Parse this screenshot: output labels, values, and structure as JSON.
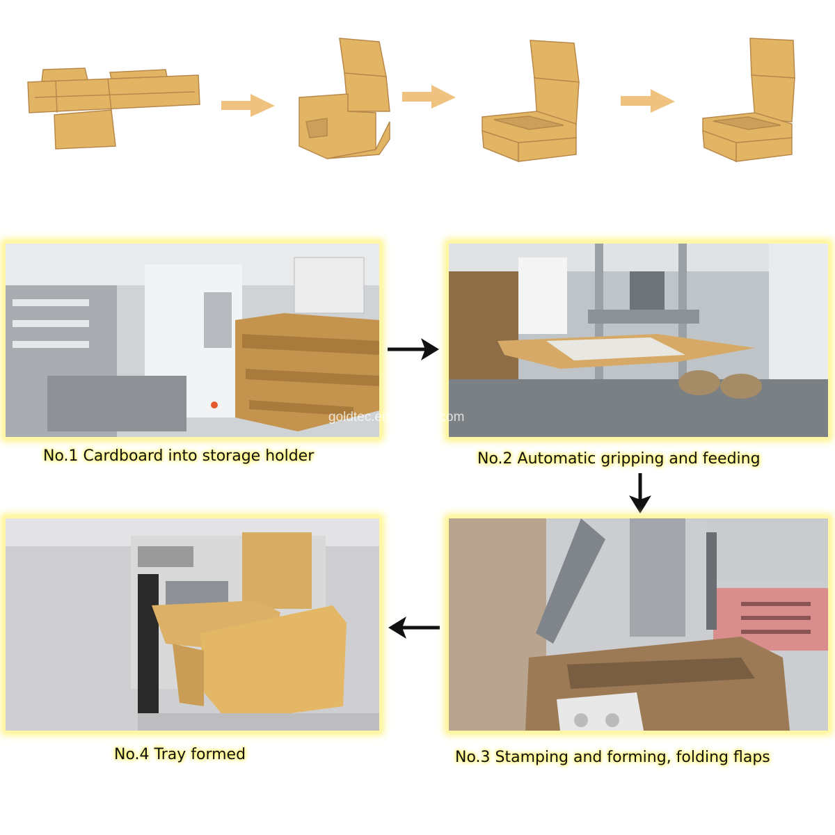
{
  "steps": [
    {
      "caption": "No.1 Cardboard into storage holder"
    },
    {
      "caption": "No.2 Automatic gripping and feeding"
    },
    {
      "caption": "No.3 Stamping and forming, folding flaps"
    },
    {
      "caption": "No.4 Tray formed"
    }
  ],
  "watermark": "goldtec.en.alibaba.com",
  "colors": {
    "cardboard": "#e2b565",
    "cardboard_dark": "#b8884a",
    "arrow_light": "#f0c27f",
    "arrow_dark": "#111111",
    "glow": "#fdf27a"
  }
}
